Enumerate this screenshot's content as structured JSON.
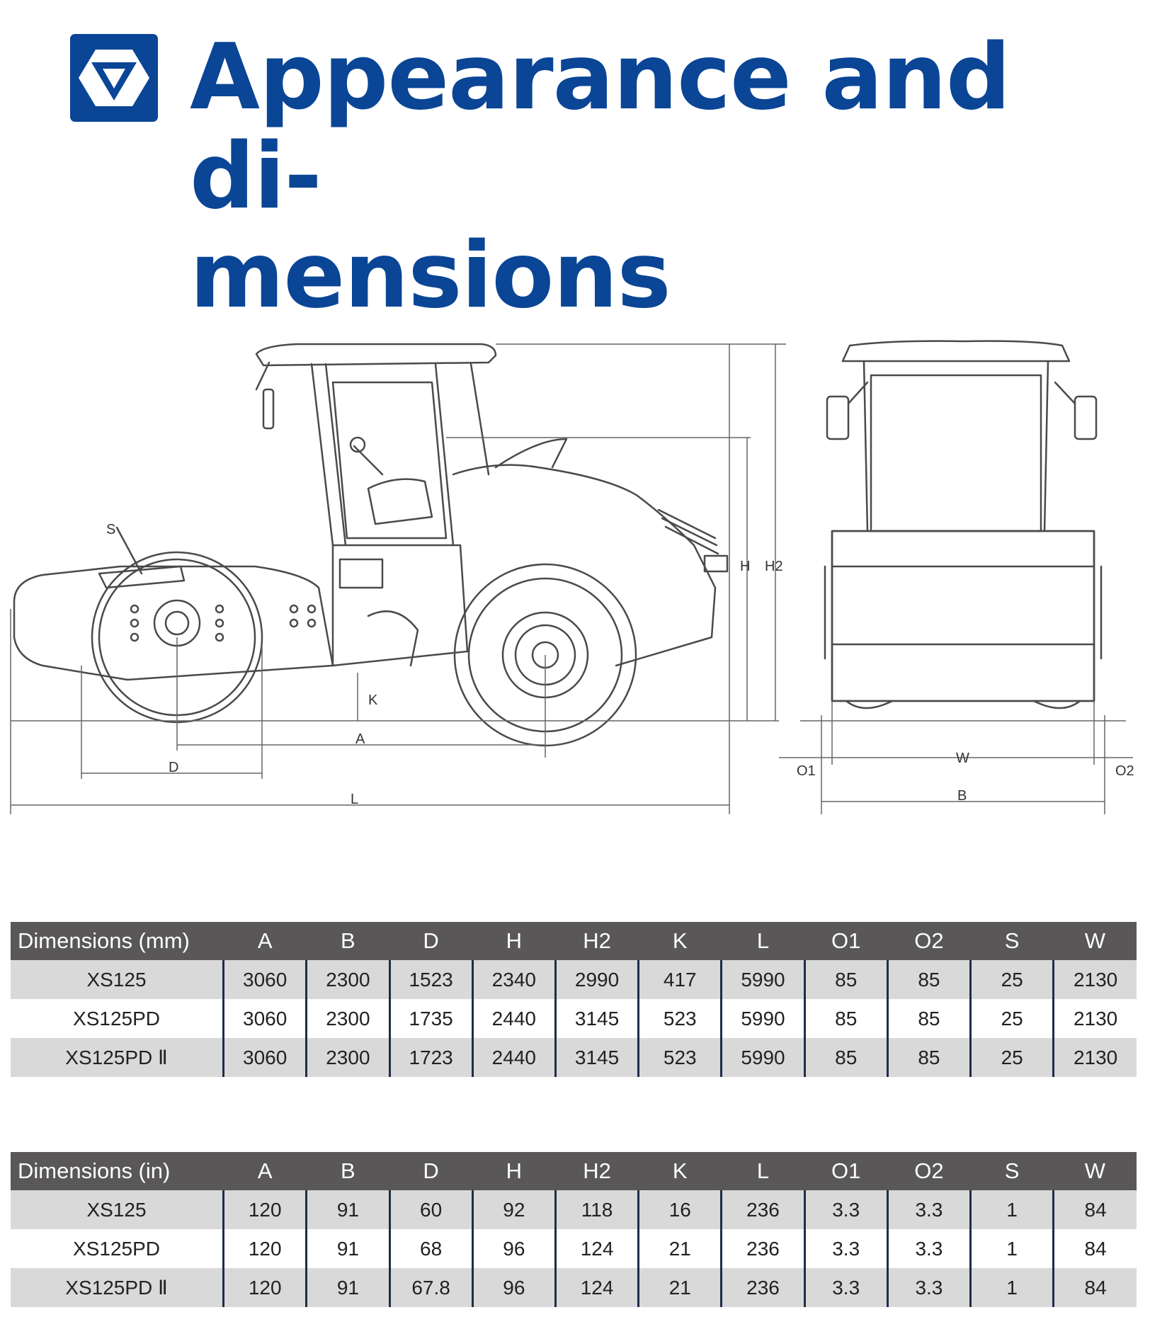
{
  "page": {
    "title": "Appearance and di- mensions",
    "title_line1": "Appearance and di-",
    "title_line2": "mensions",
    "accent_color": "#0a4596",
    "logo_icon": "xcmg-triangle-logo"
  },
  "drawing": {
    "side_labels": {
      "S": "S",
      "H": "H",
      "H2": "H2",
      "K": "K",
      "A": "A",
      "D": "D",
      "L": "L"
    },
    "front_labels": {
      "O1": "O1",
      "W": "W",
      "O2": "O2",
      "B": "B"
    }
  },
  "tables": {
    "mm": {
      "headers": [
        "Dimensions  (mm)",
        "A",
        "B",
        "D",
        "H",
        "H2",
        "K",
        "L",
        "O1",
        "O2",
        "S",
        "W"
      ],
      "rows": [
        [
          "XS125",
          "3060",
          "2300",
          "1523",
          "2340",
          "2990",
          "417",
          "5990",
          "85",
          "85",
          "25",
          "2130"
        ],
        [
          "XS125PD",
          "3060",
          "2300",
          "1735",
          "2440",
          "3145",
          "523",
          "5990",
          "85",
          "85",
          "25",
          "2130"
        ],
        [
          "XS125PD Ⅱ",
          "3060",
          "2300",
          "1723",
          "2440",
          "3145",
          "523",
          "5990",
          "85",
          "85",
          "25",
          "2130"
        ]
      ]
    },
    "in": {
      "headers": [
        "Dimensions  (in)",
        "A",
        "B",
        "D",
        "H",
        "H2",
        "K",
        "L",
        "O1",
        "O2",
        "S",
        "W"
      ],
      "rows": [
        [
          "XS125",
          "120",
          "91",
          "60",
          "92",
          "118",
          "16",
          "236",
          "3.3",
          "3.3",
          "1",
          "84"
        ],
        [
          "XS125PD",
          "120",
          "91",
          "68",
          "96",
          "124",
          "21",
          "236",
          "3.3",
          "3.3",
          "1",
          "84"
        ],
        [
          "XS125PD Ⅱ",
          "120",
          "91",
          "67.8",
          "96",
          "124",
          "21",
          "236",
          "3.3",
          "3.3",
          "1",
          "84"
        ]
      ]
    },
    "header_bg": "#595758",
    "shade_bg": "#d9d9d9",
    "divider_color": "#1e2d4a"
  }
}
